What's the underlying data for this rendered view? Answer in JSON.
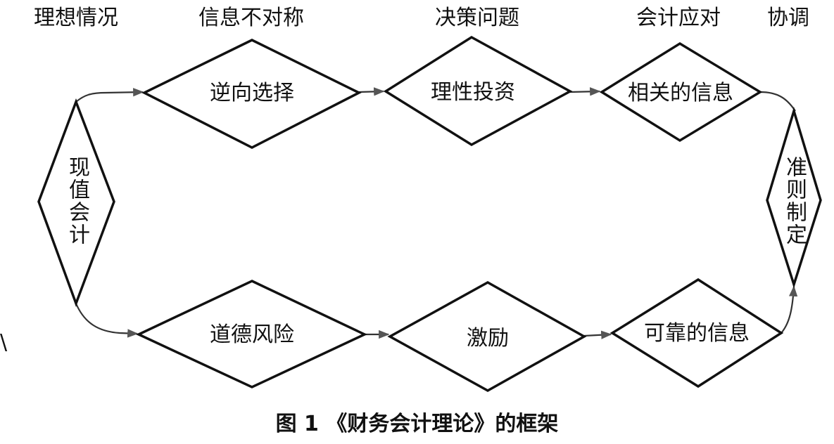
{
  "headers": {
    "ideal": "理想情况",
    "info_asymmetry": "信息不对称",
    "decision": "决策问题",
    "accounting_response": "会计应对",
    "coordination": "协调"
  },
  "nodes": {
    "present_value": "现值会计",
    "adverse_selection": "逆向选择",
    "rational_investment": "理性投资",
    "relevant_info": "相关的信息",
    "moral_hazard": "道德风险",
    "incentive": "激励",
    "reliable_info": "可靠的信息",
    "standard_setting": "准则制定"
  },
  "stray_mark": "\\",
  "caption": "图 1 《财务会计理论》的框架"
}
